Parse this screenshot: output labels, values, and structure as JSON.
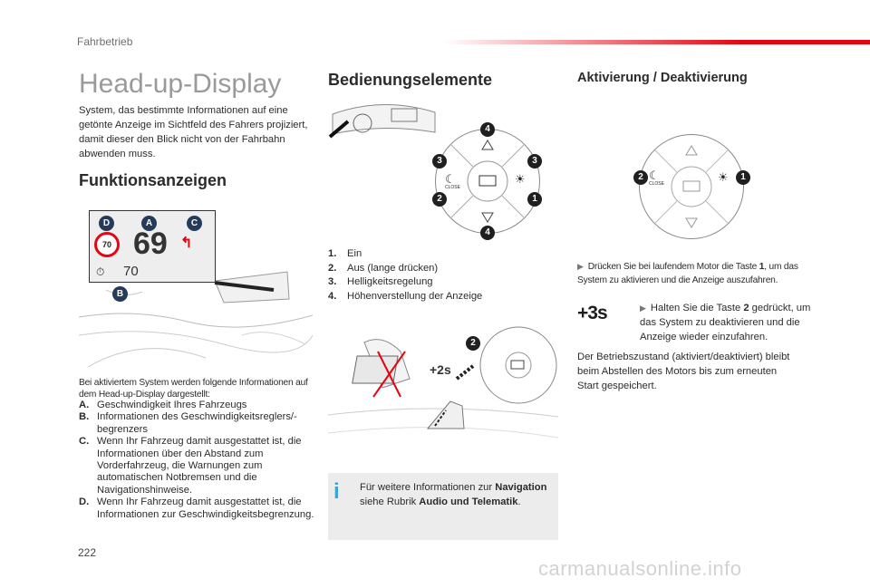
{
  "header": {
    "section": "Fahrbetrieb",
    "page_number": "222"
  },
  "left": {
    "title": "Head-up-Display",
    "intro": "System, das bestimmte Informationen auf eine getönte Anzeige im Sichtfeld des Fahrers projiziert, damit dieser den Blick nicht von der Fahrbahn abwenden muss.",
    "heading": "Funktionsanzeigen",
    "figure": {
      "labels": [
        "D",
        "A",
        "C",
        "B"
      ],
      "speed": "69",
      "limit": "70",
      "cruise": "70"
    },
    "caption": "Bei aktiviertem System werden folgende Informationen auf dem Head-up-Display dargestellt:",
    "items": [
      {
        "key": "A.",
        "text": "Geschwindigkeit Ihres Fahrzeugs"
      },
      {
        "key": "B.",
        "text": "Informationen des Geschwindigkeitsreglers/-begrenzers"
      },
      {
        "key": "C.",
        "text": "Wenn Ihr Fahrzeug damit ausgestattet ist, die Informationen über den Abstand zum Vorderfahrzeug, die Warnungen zum automatischen Notbremsen und die Navigationshinweise."
      },
      {
        "key": "D.",
        "text": "Wenn Ihr Fahrzeug damit ausgestattet ist, die Informationen zur Geschwindigkeitsbegrenzung."
      }
    ]
  },
  "middle": {
    "heading": "Bedienungselemente",
    "dial_numbers": [
      "4",
      "3",
      "3",
      "2",
      "1",
      "4"
    ],
    "close_label": "CLOSE",
    "legend": [
      {
        "key": "1.",
        "text": "Ein"
      },
      {
        "key": "2.",
        "text": "Aus (lange drücken)"
      },
      {
        "key": "3.",
        "text": "Helligkeitsregelung"
      },
      {
        "key": "4.",
        "text": "Höhenverstellung der Anzeige"
      }
    ],
    "press_label": "+2s",
    "press_number": "2",
    "info": {
      "text_before": "Für weitere Informationen zur ",
      "bold1": "Navigation",
      "text_mid": " siehe Rubrik ",
      "bold2": "Audio und Telematik",
      "text_after": "."
    }
  },
  "right": {
    "heading": "Aktivierung / Deaktivierung",
    "dial_numbers": [
      "2",
      "1"
    ],
    "close_label": "CLOSE",
    "note1_before": "Drücken Sie bei laufendem Motor die Taste ",
    "note1_bold": "1",
    "note1_after": ", um das System zu aktivieren und die Anzeige auszufahren.",
    "hold_label": "+3s",
    "note2_before": "Halten Sie die Taste ",
    "note2_bold": "2",
    "note2_after": " gedrückt, um das System zu deaktivieren und die Anzeige wieder einzufahren.",
    "note3": "Der Betriebszustand (aktiviert/deaktiviert) bleibt beim Abstellen des Motors bis zum erneuten Start gespeichert."
  },
  "footer": {
    "watermark": "carmanualsonline.info"
  },
  "colors": {
    "accent_red": "#e30613",
    "info_blue": "#3aa3d9",
    "label_navy": "#243b5a"
  }
}
